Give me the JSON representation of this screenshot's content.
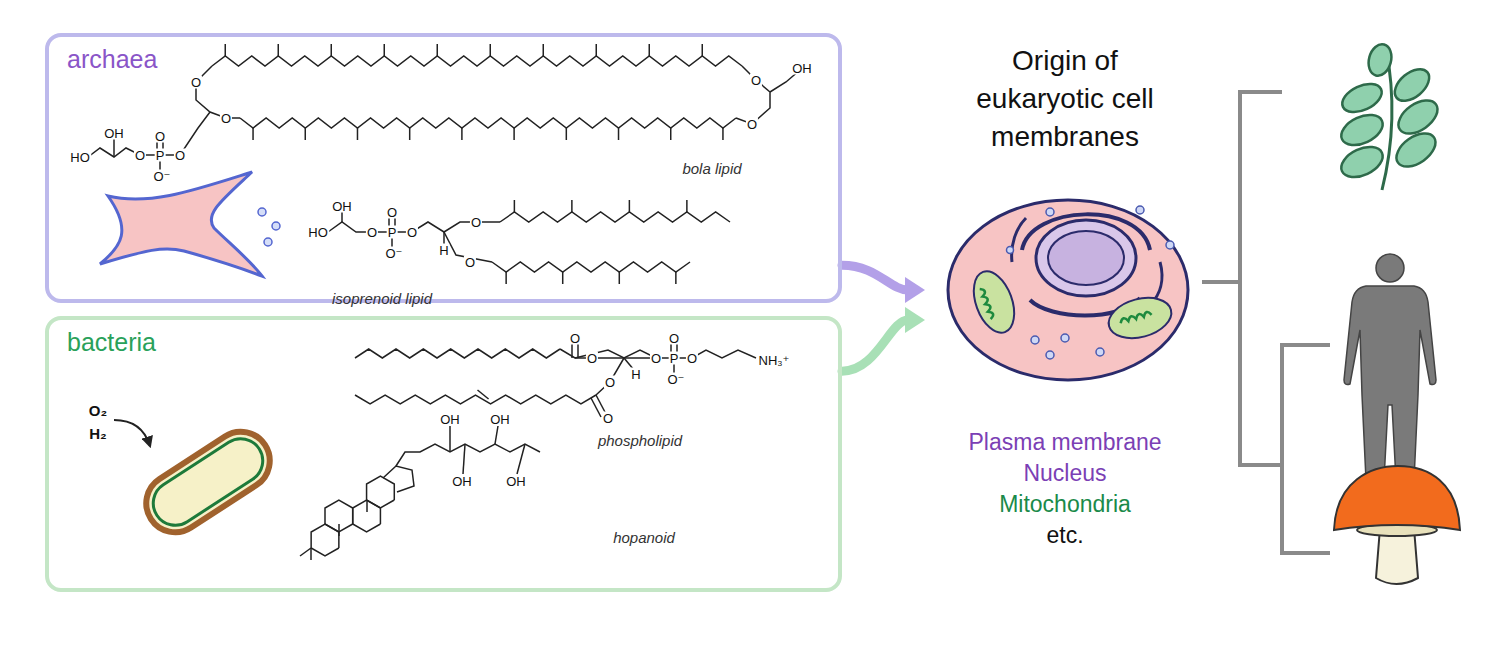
{
  "diagram": {
    "nodes": [
      {
        "text": [
          "archaea"
        ]
      },
      {
        "text": [
          "bacteria"
        ]
      },
      {
        "text": [
          "Origin of eukaryotic cell membranes",
          "Plasma membrane",
          "Nucleus",
          "Mitochondria",
          "etc."
        ]
      }
    ],
    "edges": [
      {
        "from": 0,
        "to": 2,
        "arrow": "to"
      },
      {
        "from": 1,
        "to": 2,
        "arrow": "to"
      }
    ],
    "labels": [
      "OH",
      "O",
      "O",
      "O",
      "O",
      "HO",
      "OH",
      "O",
      "P",
      "O",
      "O",
      "O⁻",
      "bola lipid",
      "HO",
      "OH",
      "O",
      "P",
      "O",
      "O",
      "O⁻",
      "H",
      "O",
      "O",
      "isoprenoid lipid",
      "O₂",
      "H₂",
      "O",
      "O",
      "H",
      "O",
      "O",
      "O",
      "P",
      "O",
      "O⁻",
      "O",
      "NH₃⁺",
      "phospholipid",
      "OH",
      "OH",
      "OH",
      "OH",
      "hopanoid"
    ]
  }
}
